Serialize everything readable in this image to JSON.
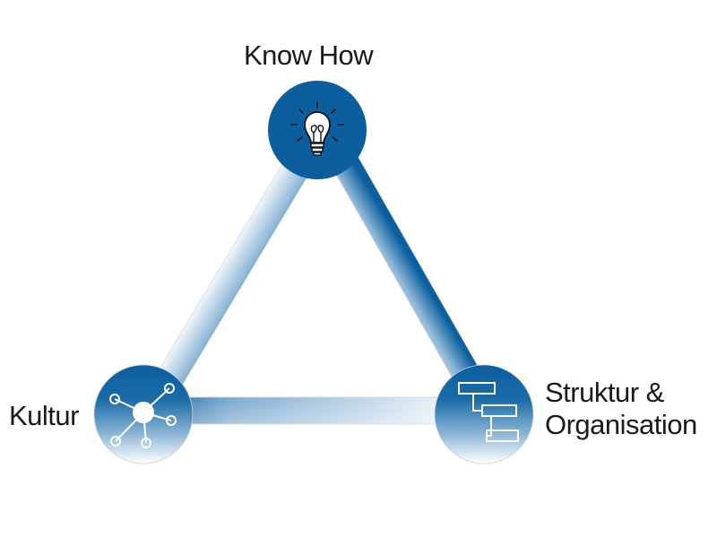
{
  "nodes": {
    "know_how": {
      "label": "Know How",
      "icon": "lightbulb-icon"
    },
    "kultur": {
      "label": "Kultur",
      "icon": "network-hub-icon"
    },
    "struktur": {
      "label_line1": "Struktur &",
      "label_line2": "Organisation",
      "icon": "hierarchy-blocks-icon"
    }
  },
  "colors": {
    "primary_blue": "#0b5f9e",
    "fade_white": "#ffffff",
    "label_text": "#1a1a1a"
  }
}
